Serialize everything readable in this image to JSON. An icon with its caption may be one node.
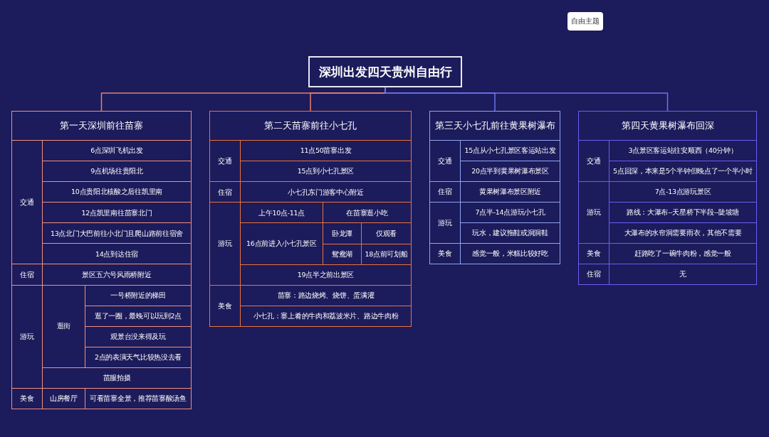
{
  "diagram": {
    "nodes": [
      {
        "text": [
          "深圳出发四天贵州自由行"
        ]
      },
      {
        "text": [
          "第一天深圳前往苗寨"
        ]
      },
      {
        "text": [
          "交通"
        ],
        "in": 1
      },
      {
        "text": [
          "6点深圳飞机出发"
        ],
        "in": 1
      },
      {
        "text": [
          "9点机场往贵阳北"
        ],
        "in": 1
      },
      {
        "text": [
          "10点贵阳北核酸之后往凯里南"
        ],
        "in": 1
      },
      {
        "text": [
          "12点凯里南往苗寨北门"
        ],
        "in": 1
      },
      {
        "text": [
          "13点北门大巴前往小北门且爬山路前往宿舍"
        ],
        "in": 1
      },
      {
        "text": [
          "14点到达住宿"
        ],
        "in": 1
      },
      {
        "text": [
          "住宿"
        ],
        "in": 1
      },
      {
        "text": [
          "景区五六号风雨桥附近"
        ],
        "in": 1
      },
      {
        "text": [
          "游玩"
        ],
        "in": 1
      },
      {
        "text": [
          "逛街"
        ],
        "in": 1
      },
      {
        "text": [
          "一号桥附近的梯田"
        ],
        "in": 1
      },
      {
        "text": [
          "逛了一圈，最晚可以玩到2点"
        ],
        "in": 1
      },
      {
        "text": [
          "观景台没来得及玩"
        ],
        "in": 1
      },
      {
        "text": [
          "2点的表演天气比较热没去看"
        ],
        "in": 1
      },
      {
        "text": [
          "苗服拍摄"
        ],
        "in": 1
      },
      {
        "text": [
          "美食"
        ],
        "in": 1
      },
      {
        "text": [
          "山房餐厅"
        ],
        "in": 1
      },
      {
        "text": [
          "可看苗寨全景，推荐苗寨酸汤鱼"
        ],
        "in": 1
      },
      {
        "text": [
          "第二天苗寨前往小七孔"
        ]
      },
      {
        "text": [
          "交通"
        ],
        "in": 21
      },
      {
        "text": [
          "11点50苗寨出发"
        ],
        "in": 21
      },
      {
        "text": [
          "15点到小七孔景区"
        ],
        "in": 21
      },
      {
        "text": [
          "住宿"
        ],
        "in": 21
      },
      {
        "text": [
          "小七孔东门游客中心附近"
        ],
        "in": 21
      },
      {
        "text": [
          "游玩"
        ],
        "in": 21
      },
      {
        "text": [
          "上午10点-11点"
        ],
        "in": 21
      },
      {
        "text": [
          "在苗寨逛小吃"
        ],
        "in": 21
      },
      {
        "text": [
          "16点前进入小七孔景区"
        ],
        "in": 21
      },
      {
        "text": [
          "卧龙潭"
        ],
        "in": 21
      },
      {
        "text": [
          "仅观看"
        ],
        "in": 21
      },
      {
        "text": [
          "鸳鸯湖"
        ],
        "in": 21
      },
      {
        "text": [
          "18点前可划船"
        ],
        "in": 21
      },
      {
        "text": [
          "19点半之前出景区"
        ],
        "in": 21
      },
      {
        "text": [
          "美食"
        ],
        "in": 21
      },
      {
        "text": [
          "苗寨：路边烧烤、烧饼、蛋满灌"
        ],
        "in": 21
      },
      {
        "text": [
          "小七孔：寨上肴的牛肉和荔波米片、路边牛肉粉"
        ],
        "in": 21
      },
      {
        "text": [
          "第三天小七孔前往黄果树瀑布"
        ]
      },
      {
        "text": [
          "交通"
        ],
        "in": 39
      },
      {
        "text": [
          "15点从小七孔景区客运站出发"
        ],
        "in": 39
      },
      {
        "text": [
          "20点半到黄果树瀑布景区"
        ],
        "in": 39
      },
      {
        "text": [
          "住宿"
        ],
        "in": 39
      },
      {
        "text": [
          "黄果树瀑布景区附近"
        ],
        "in": 39
      },
      {
        "text": [
          "游玩"
        ],
        "in": 39
      },
      {
        "text": [
          "7点半-14点游玩小七孔"
        ],
        "in": 39
      },
      {
        "text": [
          "玩水，建议拖鞋或洞洞鞋"
        ],
        "in": 39
      },
      {
        "text": [
          "美食"
        ],
        "in": 39
      },
      {
        "text": [
          "感觉一般，米糕比较好吃"
        ],
        "in": 39
      },
      {
        "text": [
          "第四天黄果树瀑布回深"
        ]
      },
      {
        "text": [
          "交通"
        ],
        "in": 50
      },
      {
        "text": [
          "3点景区客运站往安顺西（40分钟）"
        ],
        "in": 50
      },
      {
        "text": [
          "5点回深，本来是5个半钟但晚点了一个半小时"
        ],
        "in": 50
      },
      {
        "text": [
          "游玩"
        ],
        "in": 50
      },
      {
        "text": [
          "7点-13点游玩景区"
        ],
        "in": 50
      },
      {
        "text": [
          "路线：大瀑布--天星桥下半段--陡坡塘"
        ],
        "in": 50
      },
      {
        "text": [
          "大瀑布的水帘洞需要雨衣，其他不需要"
        ],
        "in": 50
      },
      {
        "text": [
          "美食"
        ],
        "in": 50
      },
      {
        "text": [
          "赶路吃了一碗牛肉粉，感觉一般"
        ],
        "in": 50
      },
      {
        "text": [
          "住宿"
        ],
        "in": 50
      },
      {
        "text": [
          "无"
        ],
        "in": 50
      }
    ],
    "edges": [
      {
        "from": 0,
        "to": 1,
        "arrow": "none",
        "color": "#e8806a"
      },
      {
        "from": 0,
        "to": 21,
        "arrow": "none",
        "color": "#e8806a"
      },
      {
        "from": 0,
        "to": 39,
        "arrow": "none",
        "color": "#6f72f0"
      },
      {
        "from": 0,
        "to": 50,
        "arrow": "none",
        "color": "#6f72f0"
      }
    ],
    "labels": [
      "自由主题"
    ]
  }
}
